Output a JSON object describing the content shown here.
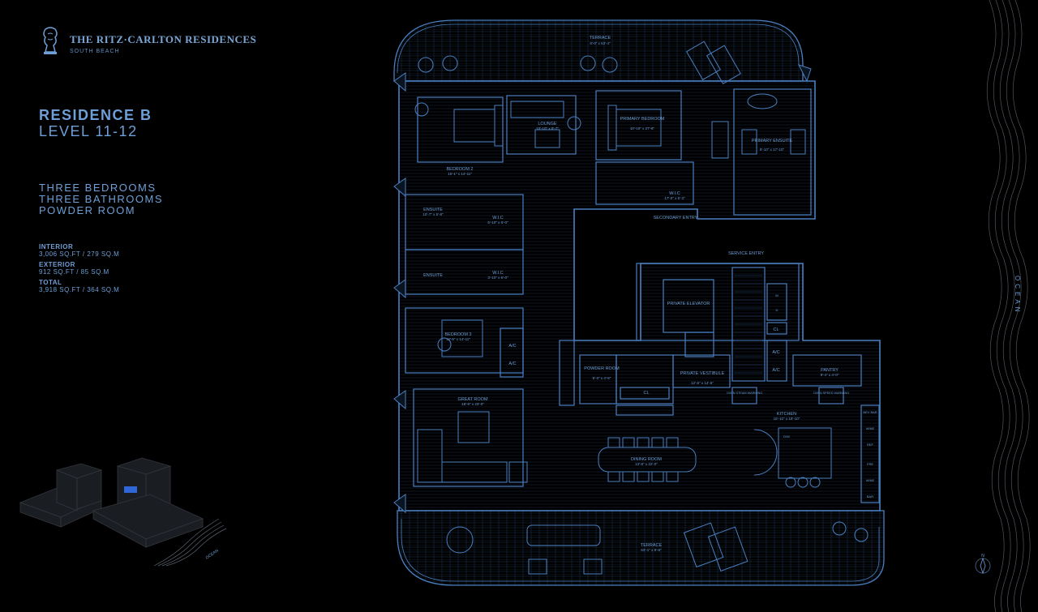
{
  "brand": {
    "name": "THE RITZ·CARLTON RESIDENCES",
    "location": "SOUTH BEACH",
    "logo_icon": "lion-crest-icon"
  },
  "residence": {
    "name": "RESIDENCE B",
    "level": "LEVEL 11-12"
  },
  "features": [
    "THREE BEDROOMS",
    "THREE BATHROOMS",
    "POWDER ROOM"
  ],
  "areas": [
    {
      "label": "INTERIOR",
      "value": "3,006 SQ.FT / 279 SQ.M"
    },
    {
      "label": "EXTERIOR",
      "value": "912 SQ.FT / 85 SQ.M"
    },
    {
      "label": "TOTAL",
      "value": "3,918 SQ.FT / 364 SQ.M"
    }
  ],
  "ocean_label": "OCEAN",
  "ocean_small_label": "OCEAN",
  "compass_label": "N",
  "rooms": {
    "terrace_top": "TERRACE",
    "terrace_top_dim": "8'-0\" x 53'-4\"",
    "lounge": "LOUNGE",
    "lounge_dim": "10'-10\" x 8'-7\"",
    "primary_bedroom": "PRIMARY BEDROOM",
    "primary_bedroom_dim": "10'-10\" x 27'-8\"",
    "primary_ensuite": "PRIMARY ENSUITE",
    "primary_ensuite_dim": "9'-10\" x 17'-10\"",
    "bedroom2": "BEDROOM 2",
    "bedroom2_dim": "15'-1\" x 14'-11\"",
    "wic_primary": "W.I.C",
    "wic_primary_dim": "17'-0\" x 5'-3\"",
    "ensuite1": "ENSUITE",
    "ensuite1_dim": "10'-7\" x 5'-8\"",
    "wic1": "W.I.C",
    "wic1_dim": "5'-10\" x 6'-0\"",
    "secondary_entry": "SECONDARY ENTRY",
    "service_entry": "SERVICE ENTRY",
    "ensuite2": "ENSUITE",
    "wic2": "W.I.C",
    "wic2_dim": "3'-10\" x 6'-0\"",
    "private_elevator": "PRIVATE ELEVATOR",
    "bedroom3": "BEDROOM 3",
    "bedroom3_dim": "12'-5\" x 14'-11\"",
    "ac": "A/C",
    "cl": "CL",
    "powder_room": "POWDER ROOM",
    "powder_room_dim": "6'-3\" x 4'-6\"",
    "private_vestibule": "PRIVATE VESTIBULE",
    "private_vestibule_dim": "12'-6\" x 14'-6\"",
    "pantry": "PANTRY",
    "pantry_dim": "9'-4\" x 4'-0\"",
    "great_room": "GREAT ROOM",
    "great_room_dim": "18'-6\" x 23'-0\"",
    "kitchen": "KITCHEN",
    "kitchen_dim": "16'-10\" x 19'-10\"",
    "dining_room": "DINING ROOM",
    "dining_room_dim": "13'-8\" x 22'-0\"",
    "terrace_bottom": "TERRACE",
    "terrace_bottom_dim": "63'-1\" x 9'-8\"",
    "oven_steam": "OVEN STEAM WARMING",
    "oven_speed": "OVEN SPEED WARMING",
    "dw": "D/W",
    "bev": "BEV BAR",
    "wine1": "WINE",
    "ref": "REF",
    "fre": "FRE",
    "wine2": "WINE",
    "bar": "BAR",
    "w": "W",
    "d": "D"
  },
  "colors": {
    "background": "#000000",
    "line": "#4a7fc0",
    "text": "#6e9fd6",
    "accent": "#2f66d8"
  }
}
